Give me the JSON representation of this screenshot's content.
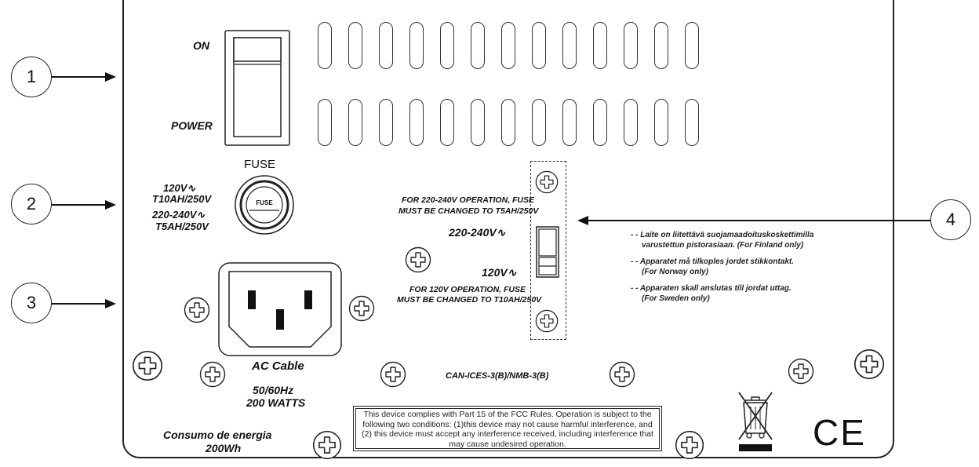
{
  "callouts": [
    "1",
    "2",
    "3",
    "4"
  ],
  "switch": {
    "on_label": "ON",
    "power_label": "POWER"
  },
  "fuse": {
    "title": "FUSE",
    "cap_label": "FUSE",
    "rating_120": "120V∿",
    "rating_120_spec": "T10AH/250V",
    "rating_220": "220-240V∿",
    "rating_220_spec": "T5AH/250V"
  },
  "ac_inlet": {
    "label": "AC Cable",
    "frequency": "50/60Hz",
    "watts": "200 WATTS"
  },
  "consumption": {
    "line1": "Consumo de energia",
    "line2": "200Wh"
  },
  "voltage_selector": {
    "note_220_line1": "FOR 220-240V OPERATION, FUSE",
    "note_220_line2": "MUST BE CHANGED TO T5AH/250V",
    "label_220": "220-240V∿",
    "label_120": "120V∿",
    "note_120_line1": "FOR 120V OPERATION, FUSE",
    "note_120_line2": "MUST BE CHANGED TO T10AH/250V"
  },
  "nordic_notes": [
    "- - Laite on liitettävä suojamaadoituskoskettimilla",
    "varustettun pistorasiaan. (For Finland only)",
    "- - Apparatet må tilkoples jordet stikkontakt.",
    "(For Norway only)",
    "- - Apparaten skall anslutas till jordat uttag.",
    "(For Sweden only)"
  ],
  "compliance_code": "CAN-ICES-3(B)/NMB-3(B)",
  "fcc_text": "This device complies with Part 15 of the FCC Rules. Operation is subject to the following two conditions: (1)this device may not cause harmful interference, and (2) this device must accept any interference received, including interference that may cause undesired operation.",
  "ce_mark": "CE",
  "icons": [
    "weee-bin-icon",
    "ce-mark-icon",
    "screw-icon",
    "rocker-switch-icon",
    "fuse-holder-icon",
    "iec-inlet-icon"
  ]
}
